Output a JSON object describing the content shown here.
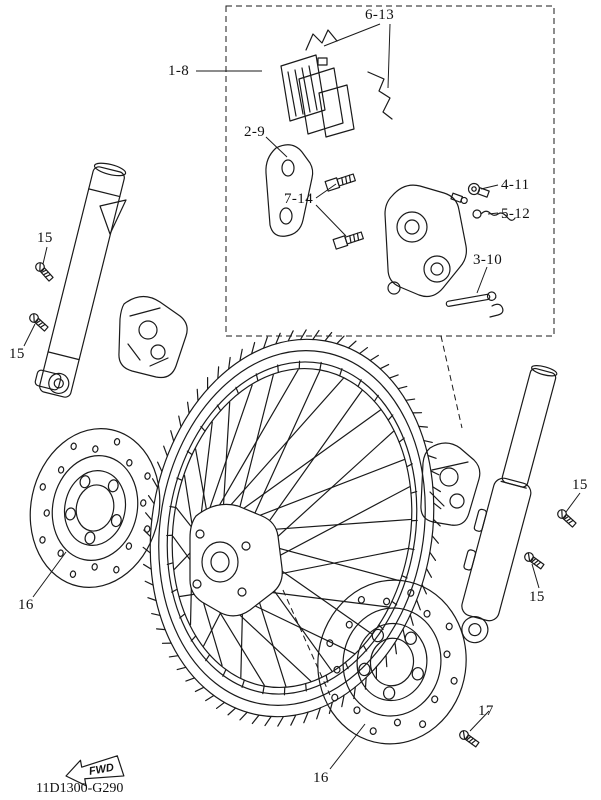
{
  "diagram": {
    "title_code": "11D1300-G290",
    "fwd_label": "FWD",
    "part_labels": [
      {
        "ref": "6-13"
      },
      {
        "ref": "1-8"
      },
      {
        "ref": "2-9"
      },
      {
        "ref": "7-14"
      },
      {
        "ref": "4-11"
      },
      {
        "ref": "5-12"
      },
      {
        "ref": "3-10"
      },
      {
        "ref": "15"
      },
      {
        "ref": "15"
      },
      {
        "ref": "15"
      },
      {
        "ref": "15"
      },
      {
        "ref": "16"
      },
      {
        "ref": "16"
      },
      {
        "ref": "17"
      }
    ],
    "colors": {
      "line": "#1a1a1a",
      "background": "#ffffff"
    }
  }
}
